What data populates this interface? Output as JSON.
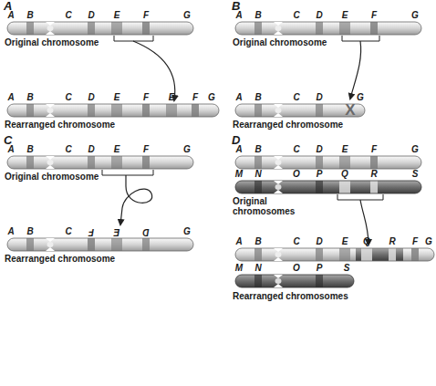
{
  "diagram": {
    "labels": [
      "A",
      "A",
      "B",
      "C",
      "D",
      "E",
      "F",
      "G",
      "Original chromosome",
      "A",
      "B",
      "C",
      "D",
      "E",
      "F",
      "E",
      "F",
      "G",
      "Rearranged chromosome",
      "B",
      "A",
      "B",
      "C",
      "D",
      "E",
      "F",
      "G",
      "Original chromosome",
      "A",
      "B",
      "C",
      "D",
      "X",
      "G",
      "Rearranged chromosome",
      "C",
      "A",
      "B",
      "C",
      "D",
      "E",
      "F",
      "G",
      "Original chromosome",
      "A",
      "B",
      "C",
      "F",
      "E",
      "D",
      "G",
      "Rearranged chromosome",
      "D",
      "A",
      "B",
      "C",
      "D",
      "E",
      "F",
      "G",
      "M",
      "N",
      "O",
      "P",
      "Q",
      "R",
      "S",
      "Original chromosomes",
      "A",
      "B",
      "C",
      "D",
      "E",
      "Q",
      "R",
      "F",
      "G",
      "M",
      "N",
      "O",
      "P",
      "S",
      "Rearranged chromosomes"
    ]
  }
}
